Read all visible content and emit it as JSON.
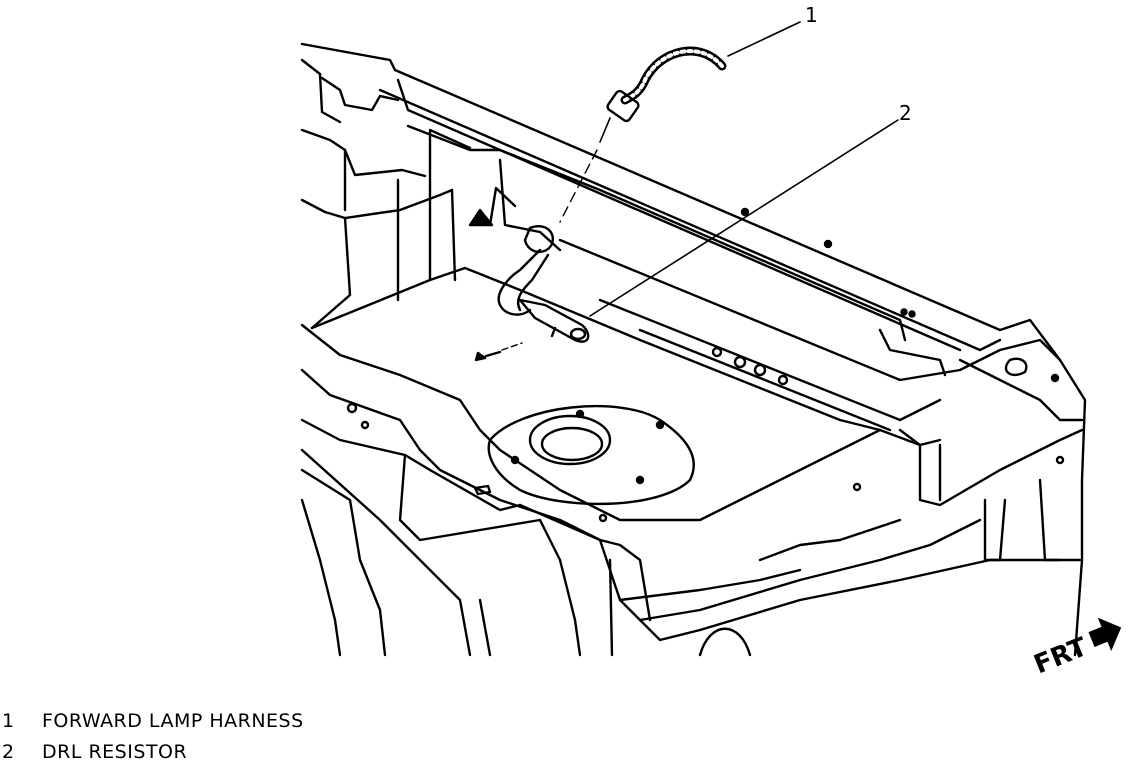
{
  "callouts": [
    {
      "number": "1",
      "label": "FORWARD LAMP HARNESS"
    },
    {
      "number": "2",
      "label": "DRL RESISTOR"
    }
  ],
  "direction_marker": {
    "label": "FRT",
    "icon": "arrow-right-icon"
  },
  "colors": {
    "line": "#000000",
    "background": "#ffffff"
  }
}
